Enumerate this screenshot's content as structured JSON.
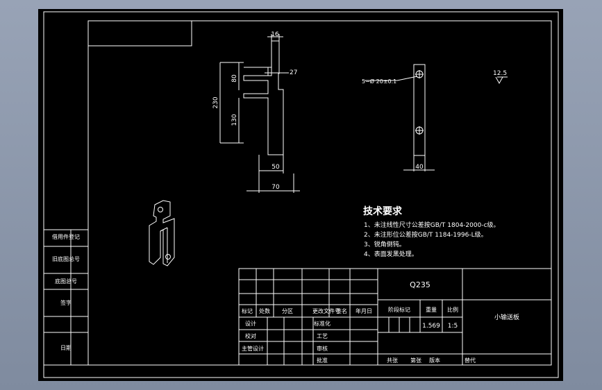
{
  "dimensions": {
    "d16": "16",
    "d27": "27",
    "d80": "80",
    "d230": "230",
    "d130": "130",
    "d50": "50",
    "d70": "70",
    "d40": "40",
    "hole": "5−Ø 20±0.1",
    "roughness": "12.5"
  },
  "tech": {
    "title": "技术要求",
    "items": [
      "1、未注线性尺寸公差按GB/T 1804-2000-c级。",
      "2、未注形位公差按GB/T 1184-1996-L级。",
      "3、锐角倒钝。",
      "4、表面发黑处理。"
    ]
  },
  "left_block": [
    "借用件登记",
    "旧底图总号",
    "底图总号",
    "签字",
    "日期"
  ],
  "title_block": {
    "material": "Q235",
    "row_headers": [
      "标记",
      "处数",
      "分区",
      "更改文件号",
      "签名",
      "年月日"
    ],
    "design": "设计",
    "proof": "校对",
    "chief": "主管设计",
    "standardize": "标准化",
    "process": "工艺",
    "review": "审核",
    "approve": "批准",
    "stage_label": "阶段标记",
    "weight_label": "重量",
    "scale_label": "比例",
    "weight": "1.569",
    "scale": "1:5",
    "part_name": "小输送板",
    "bottom_labels": [
      "共张",
      "第张",
      "版本",
      "替代"
    ]
  }
}
